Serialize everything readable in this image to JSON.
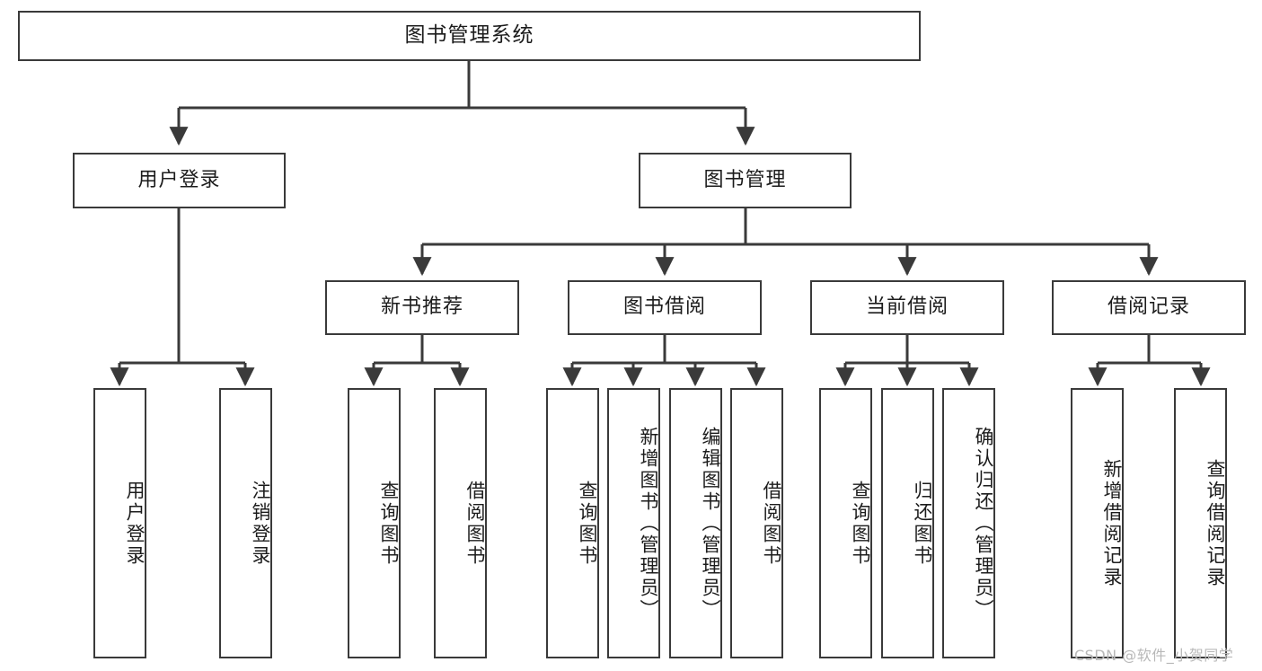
{
  "diagram": {
    "title": "图书管理系统",
    "type": "tree-hierarchy",
    "orientation": "top-down",
    "colors": {
      "box_border": "#3a3a3a",
      "box_fill": "#ffffff",
      "edge": "#3a3a3a",
      "text": "#1c1c1c",
      "watermark": "#b8b8b8"
    },
    "root": {
      "label": "图书管理系统"
    },
    "level2": [
      {
        "id": "user-login",
        "label": "用户登录"
      },
      {
        "id": "book-management",
        "label": "图书管理"
      }
    ],
    "level3": [
      {
        "id": "new-book-recommend",
        "label": "新书推荐",
        "parent": "book-management"
      },
      {
        "id": "book-borrow",
        "label": "图书借阅",
        "parent": "book-management"
      },
      {
        "id": "current-borrow",
        "label": "当前借阅",
        "parent": "book-management"
      },
      {
        "id": "borrow-record",
        "label": "借阅记录",
        "parent": "book-management"
      }
    ],
    "leaves": {
      "user-login": [
        {
          "id": "leaf-user-login",
          "label": "用户登录"
        },
        {
          "id": "leaf-user-logout",
          "label": "注销登录"
        }
      ],
      "new-book-recommend": [
        {
          "id": "leaf-query-book-1",
          "label": "查询图书"
        },
        {
          "id": "leaf-borrow-book-1",
          "label": "借阅图书"
        }
      ],
      "book-borrow": [
        {
          "id": "leaf-query-book-2",
          "label": "查询图书"
        },
        {
          "id": "leaf-add-book",
          "label": "新增图书（管理员）"
        },
        {
          "id": "leaf-edit-book",
          "label": "编辑图书（管理员）"
        },
        {
          "id": "leaf-borrow-book-2",
          "label": "借阅图书"
        }
      ],
      "current-borrow": [
        {
          "id": "leaf-query-book-3",
          "label": "查询图书"
        },
        {
          "id": "leaf-return-book",
          "label": "归还图书"
        },
        {
          "id": "leaf-confirm-return",
          "label": "确认归还（管理员）"
        }
      ],
      "borrow-record": [
        {
          "id": "leaf-add-record",
          "label": "新增借阅记录"
        },
        {
          "id": "leaf-query-record",
          "label": "查询借阅记录"
        }
      ]
    }
  },
  "watermark": {
    "text": "CSDN @软件_小贺同学"
  }
}
